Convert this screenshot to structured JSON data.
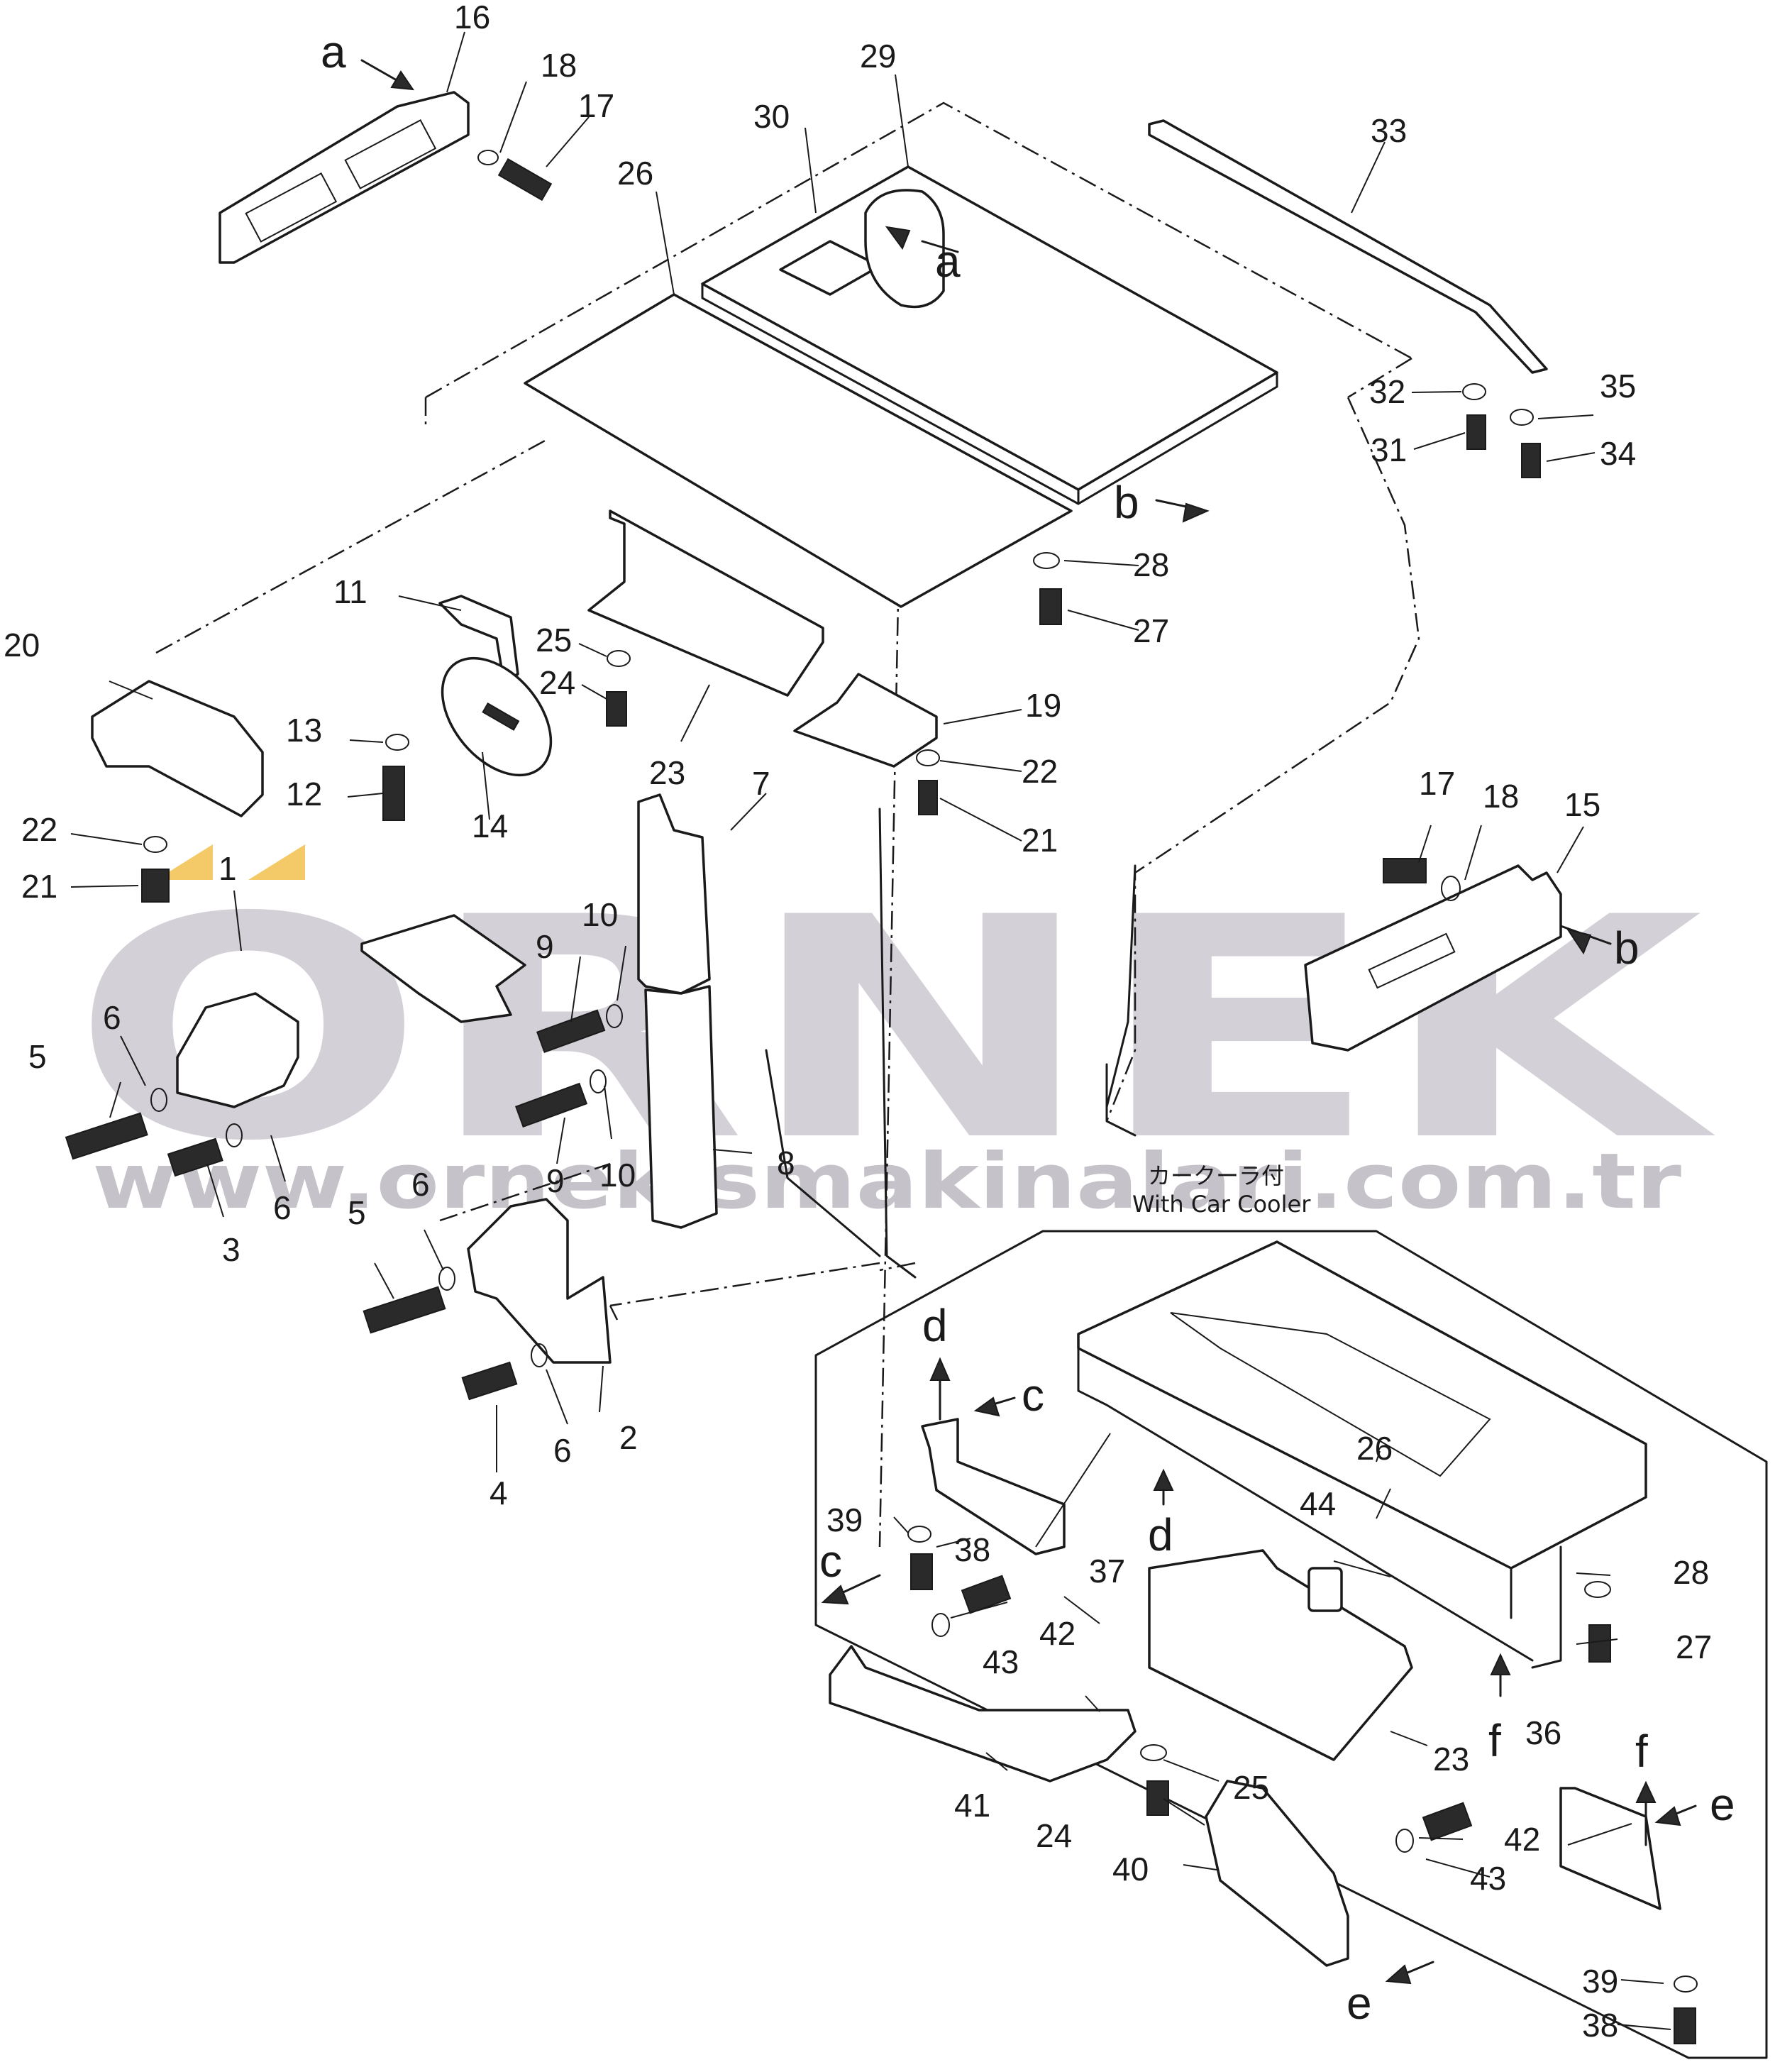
{
  "diagram": {
    "part_numbers": [
      "1",
      "2",
      "3",
      "4",
      "5",
      "6",
      "6",
      "6",
      "6",
      "7",
      "8",
      "9",
      "9",
      "10",
      "10",
      "11",
      "12",
      "13",
      "14",
      "15",
      "16",
      "17",
      "17",
      "18",
      "18",
      "19",
      "20",
      "21",
      "21",
      "22",
      "22",
      "23",
      "23",
      "24",
      "24",
      "25",
      "25",
      "26",
      "26",
      "27",
      "27",
      "28",
      "28",
      "29",
      "30",
      "31",
      "32",
      "33",
      "34",
      "35",
      "36",
      "37",
      "38",
      "38",
      "39",
      "39",
      "40",
      "41",
      "42",
      "42",
      "43",
      "43",
      "44"
    ],
    "callouts": {
      "p1": "1",
      "p2": "2",
      "p3": "3",
      "p4": "4",
      "p5a": "5",
      "p5b": "5",
      "p6a": "6",
      "p6b": "6",
      "p6c": "6",
      "p6d": "6",
      "p7": "7",
      "p8": "8",
      "p9a": "9",
      "p9b": "9",
      "p10a": "10",
      "p10b": "10",
      "p11": "11",
      "p12": "12",
      "p13": "13",
      "p14": "14",
      "p15": "15",
      "p16": "16",
      "p17a": "17",
      "p17b": "17",
      "p18a": "18",
      "p18b": "18",
      "p19": "19",
      "p20": "20",
      "p21a": "21",
      "p21b": "21",
      "p22a": "22",
      "p22b": "22",
      "p23a": "23",
      "p23b": "23",
      "p24a": "24",
      "p24b": "24",
      "p25a": "25",
      "p25b": "25",
      "p26a": "26",
      "p26b": "26",
      "p27a": "27",
      "p27b": "27",
      "p28a": "28",
      "p28b": "28",
      "p29": "29",
      "p30": "30",
      "p31": "31",
      "p32": "32",
      "p33": "33",
      "p34": "34",
      "p35": "35",
      "p36": "36",
      "p37": "37",
      "p38a": "38",
      "p38b": "38",
      "p39a": "39",
      "p39b": "39",
      "p40": "40",
      "p41": "41",
      "p42a": "42",
      "p42b": "42",
      "p43a": "43",
      "p43b": "43",
      "p44": "44"
    },
    "reference_letters": {
      "a1": "a",
      "a2": "a",
      "b1": "b",
      "b2": "b",
      "c1": "c",
      "c2": "c",
      "d1": "d",
      "d2": "d",
      "e1": "e",
      "e2": "e",
      "f1": "f",
      "f2": "f"
    },
    "inset_caption_jp": "カークーラ付",
    "inset_caption_en": "With Car Cooler"
  },
  "watermark": {
    "brand": "ORNEK",
    "url": "www.ornekismakinalari.com.tr",
    "accent_color": "#f2c14e"
  }
}
